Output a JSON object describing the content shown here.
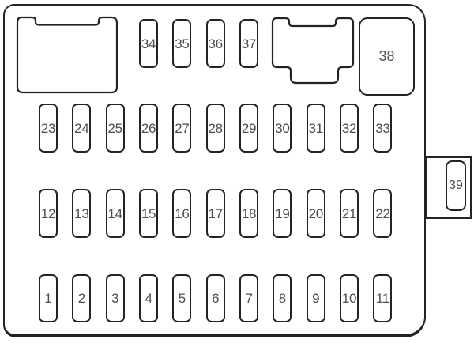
{
  "colors": {
    "line": "#232323",
    "text": "#4e4e4e",
    "background": "#ffffff"
  },
  "fuse_box": {
    "top_row": [
      "34",
      "35",
      "36",
      "37"
    ],
    "upper_row": [
      "23",
      "24",
      "25",
      "26",
      "27",
      "28",
      "29",
      "30",
      "31",
      "32",
      "33"
    ],
    "middle_row": [
      "12",
      "13",
      "14",
      "15",
      "16",
      "17",
      "18",
      "19",
      "20",
      "21",
      "22"
    ],
    "bottom_row": [
      "1",
      "2",
      "3",
      "4",
      "5",
      "6",
      "7",
      "8",
      "9",
      "10",
      "11"
    ],
    "large_fuse_label": "38",
    "side_fuse_label": "39"
  }
}
